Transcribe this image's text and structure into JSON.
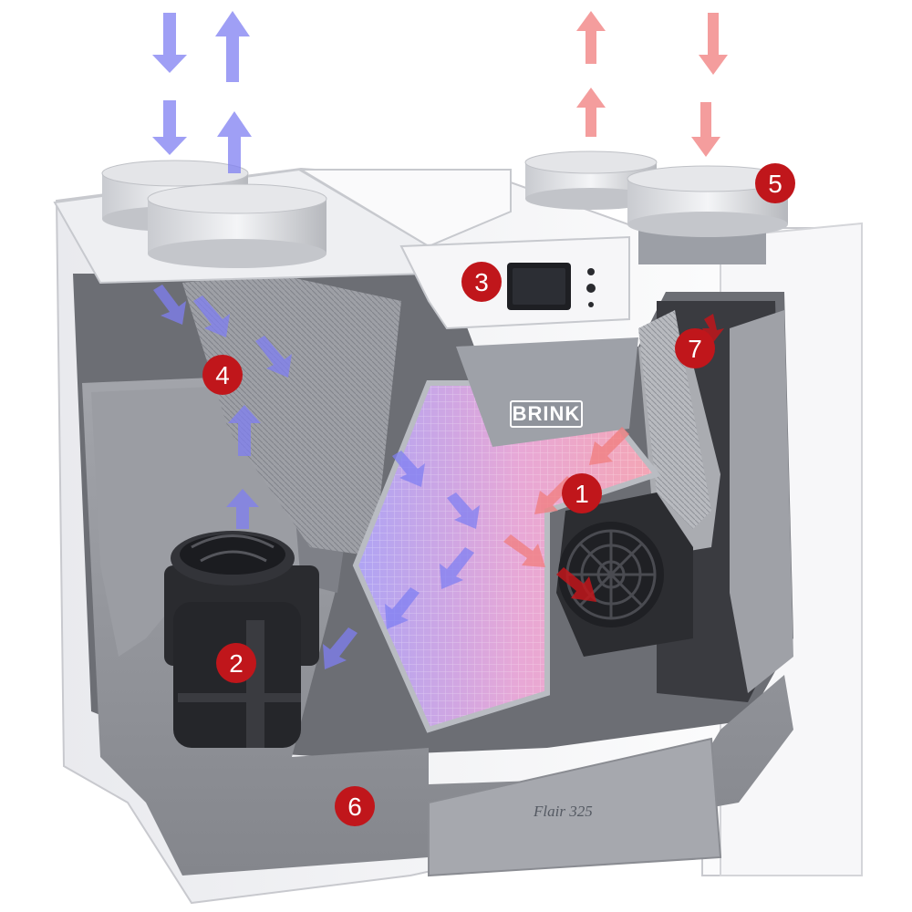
{
  "product": {
    "brand": "BRINK",
    "model": "Flair 325"
  },
  "callouts": [
    {
      "id": "1",
      "label": "1"
    },
    {
      "id": "2",
      "label": "2"
    },
    {
      "id": "3",
      "label": "3"
    },
    {
      "id": "4",
      "label": "4"
    },
    {
      "id": "5",
      "label": "5"
    },
    {
      "id": "6",
      "label": "6"
    },
    {
      "id": "7",
      "label": "7"
    }
  ],
  "colors": {
    "callout_fill": "#c0161b",
    "cool_air": "#7f7ff2",
    "warm_air": "#f08484",
    "exchanger_cool": "#b9a9f2",
    "exchanger_warm": "#f2a9c4",
    "casing": "#f4f4f6",
    "insulation": "#8e9096",
    "brand_badge": "#8f939b"
  },
  "icons": [
    "down-arrow-icon",
    "up-arrow-icon",
    "fan-icon",
    "display-panel-icon"
  ]
}
